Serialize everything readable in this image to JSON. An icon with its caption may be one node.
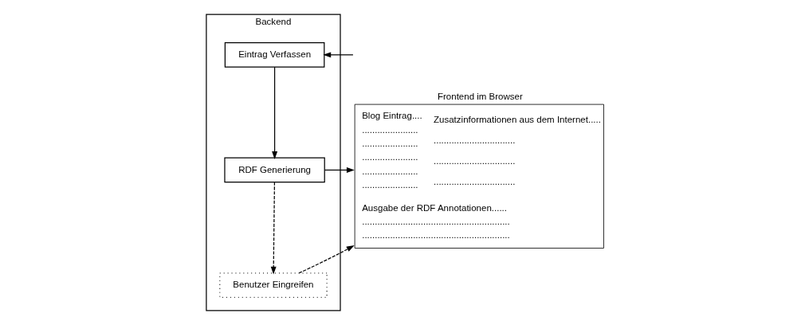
{
  "diagram": {
    "nodes": [
      {
        "text": [
          "Backend"
        ]
      },
      {
        "text": [
          "Eintrag Verfassen"
        ],
        "in": 0
      },
      {
        "text": [
          "RDF Generierung"
        ],
        "in": 0
      },
      {
        "text": [
          "Benutzer Eingreifen"
        ],
        "in": 0
      },
      {
        "text": [
          "Frontend im Browser",
          "Blog Eintrag....",
          "......................",
          "......................",
          "......................",
          "......................",
          "......................",
          "Zusatzinformationen aus dem Internet.....",
          "................................",
          "................................",
          "................................",
          "Ausgabe der RDF Annotationen......",
          "..........................................................",
          ".........................................................."
        ]
      }
    ],
    "edges": [
      {
        "from": null,
        "to": 1,
        "arrow": "to"
      },
      {
        "from": 1,
        "to": 2,
        "arrow": "to"
      },
      {
        "from": 2,
        "to": 3,
        "arrow": "to",
        "style": "dashed"
      },
      {
        "from": 2,
        "to": 4,
        "arrow": "to"
      },
      {
        "from": 3,
        "to": 4,
        "arrow": "to",
        "style": "dashed"
      }
    ]
  }
}
